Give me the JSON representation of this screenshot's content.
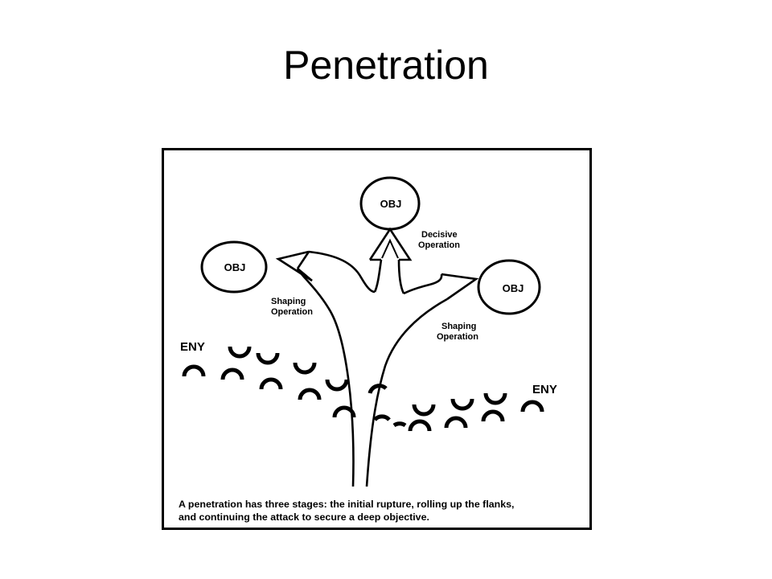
{
  "slide": {
    "title": "Penetration"
  },
  "diagram": {
    "objectives": {
      "left": "OBJ",
      "top": "OBJ",
      "right": "OBJ"
    },
    "operations": {
      "decisive_line1": "Decisive",
      "decisive_line2": "Operation",
      "shaping_left_line1": "Shaping",
      "shaping_left_line2": "Operation",
      "shaping_right_line1": "Shaping",
      "shaping_right_line2": "Operation"
    },
    "enemy": {
      "left": "ENY",
      "right": "ENY"
    },
    "caption_line1": "A penetration has three stages: the initial rupture, rolling up the flanks,",
    "caption_line2": "and continuing the attack to secure a deep objective."
  }
}
